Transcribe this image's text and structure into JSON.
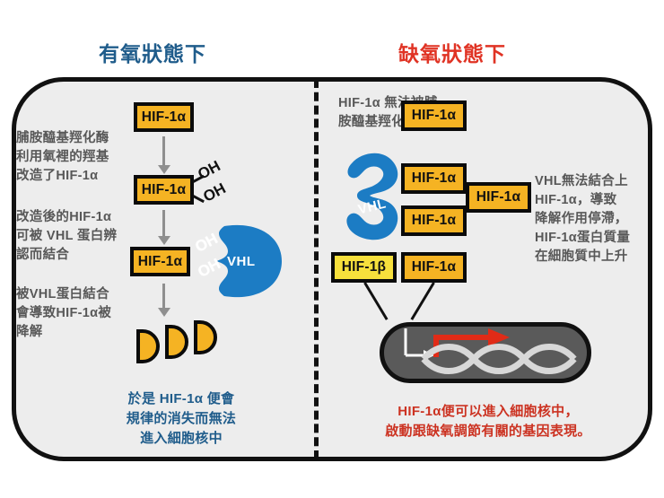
{
  "headers": {
    "aerobic": "有氧狀態下",
    "hypoxic": "缺氧狀態下",
    "aerobic_color": "#1f5c8b",
    "hypoxic_color": "#e03324"
  },
  "palette": {
    "background": "#ffffff",
    "panel_fill": "#ededed",
    "outline": "#111111",
    "hif1a_fill": "#f5b323",
    "hif1b_fill": "#f7e03c",
    "vhl_blue": "#1c7cc4",
    "nucleus_fill": "#5a5a5a",
    "dna_strand": "#d8d8d8",
    "transcription_arrow": "#e02b17",
    "body_text": "#585858",
    "arrow_grey": "#8f8f8f"
  },
  "left_panel": {
    "steps": [
      "脯胺醯基羥化酶\n利用氧裡的羥基\n改造了HIF-1α",
      "改造後的HIF-1α\n可被 VHL 蛋白辨\n認而結合",
      "被VHL蛋白結合\n會導致HIF-1α被\n降解"
    ],
    "boxes": [
      {
        "label": "HIF-1α",
        "type": "alpha"
      },
      {
        "label": "HIF-1α",
        "type": "alpha"
      },
      {
        "label": "HIF-1α",
        "type": "alpha"
      }
    ],
    "oh_groups": [
      "OH",
      "OH",
      "OH",
      "OH"
    ],
    "vhl_label": "VHL",
    "fragment_count": 3,
    "conclusion": "於是 HIF-1α 便會\n規律的消失而無法\n進入細胞核中"
  },
  "right_panel": {
    "note_top": "HIF-1α 無法被脯\n胺醯基羥化酶改造",
    "note_side": "VHL無法結合上\nHIF-1α，導致\n降解作用停滯，\nHIF-1α蛋白質量\n在細胞質中上升",
    "vhl_label": "VHL",
    "boxes": [
      {
        "label": "HIF-1α",
        "type": "alpha"
      },
      {
        "label": "HIF-1α",
        "type": "alpha"
      },
      {
        "label": "HIF-1α",
        "type": "alpha"
      },
      {
        "label": "HIF-1α",
        "type": "alpha"
      },
      {
        "label": "HIF-1α",
        "type": "alpha"
      },
      {
        "label": "HIF-1β",
        "type": "beta"
      }
    ],
    "conclusion": "HIF-1α便可以進入細胞核中，\n啟動跟缺氧調節有關的基因表現。"
  }
}
